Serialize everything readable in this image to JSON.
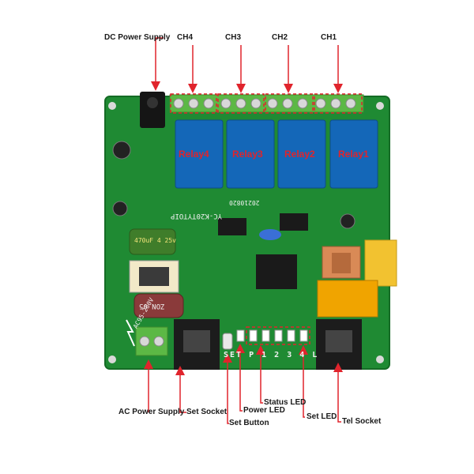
{
  "labels": {
    "dc_power_supply": "DC Power Supply",
    "ch4": "CH4",
    "ch3": "CH3",
    "ch2": "CH2",
    "ch1": "CH1",
    "relay4": "Relay4",
    "relay3": "Relay3",
    "relay2": "Relay2",
    "relay1": "Relay1",
    "status_led": "Status LED",
    "power_led": "Power LED",
    "set_led": "Set LED",
    "ac_power_supply": "AC Power Supply",
    "set_socket": "Set Socket",
    "set_button": "Set Button",
    "tel_socket": "Tel Socket"
  },
  "silkscreen": {
    "board_id": "YC-K20TYTOIP",
    "date_code": "20210820",
    "capacitor": "470uF 4 25v",
    "varistor": "ZON 05",
    "ac_range": "AC95-260V",
    "led_numbers": "SET P 1 2 3 4 L"
  },
  "colors": {
    "pcb_green": "#1f8a33",
    "relay_blue": "#1467b8",
    "terminal_green": "#5cb845",
    "annotation_red": "#e0242c"
  }
}
